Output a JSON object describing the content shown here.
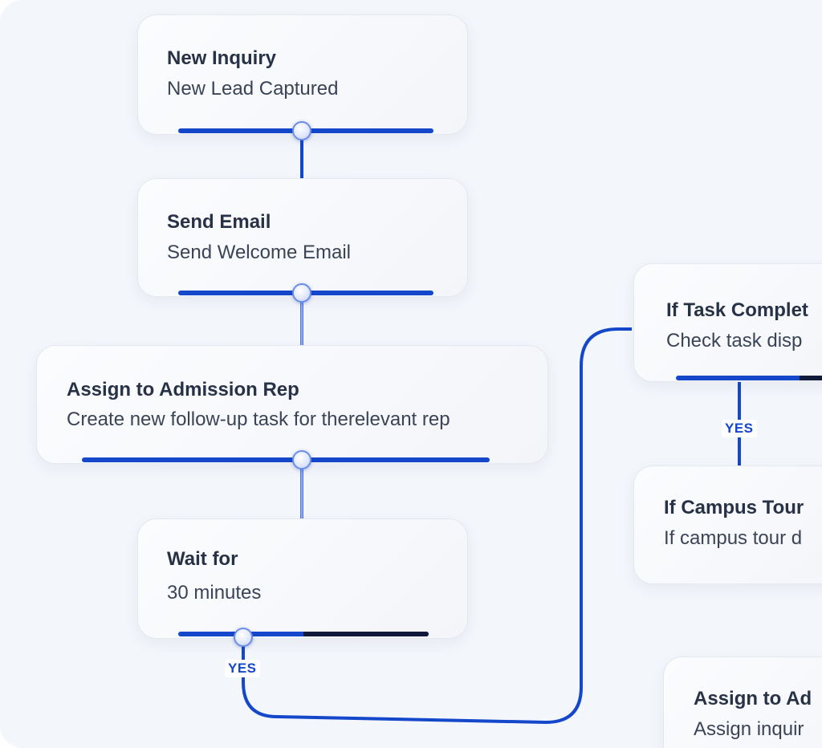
{
  "nodes": [
    {
      "id": "new-inquiry",
      "title": "New Inquiry",
      "subtitle": "New Lead Captured"
    },
    {
      "id": "send-email",
      "title": "Send Email",
      "subtitle": "Send Welcome Email"
    },
    {
      "id": "assign-rep",
      "title": "Assign to Admission Rep",
      "subtitle": "Create new follow-up task for therelevant rep"
    },
    {
      "id": "wait-for",
      "title": "Wait for",
      "subtitle": "30 minutes"
    },
    {
      "id": "if-task-complete",
      "title": "If Task Complet",
      "subtitle": "Check task disp"
    },
    {
      "id": "if-campus-tour",
      "title": "If Campus Tour",
      "subtitle": "If campus tour d"
    },
    {
      "id": "assign-to-ad",
      "title": "Assign to Ad",
      "subtitle": "Assign inquir"
    }
  ],
  "branch_labels": {
    "wait_yes": "YES",
    "task_yes": "YES"
  },
  "colors": {
    "accent": "#1447c9",
    "accent_dark": "#11193a",
    "background": "#f3f6fb",
    "card": "#f7f9fc",
    "title_text": "#283246"
  }
}
